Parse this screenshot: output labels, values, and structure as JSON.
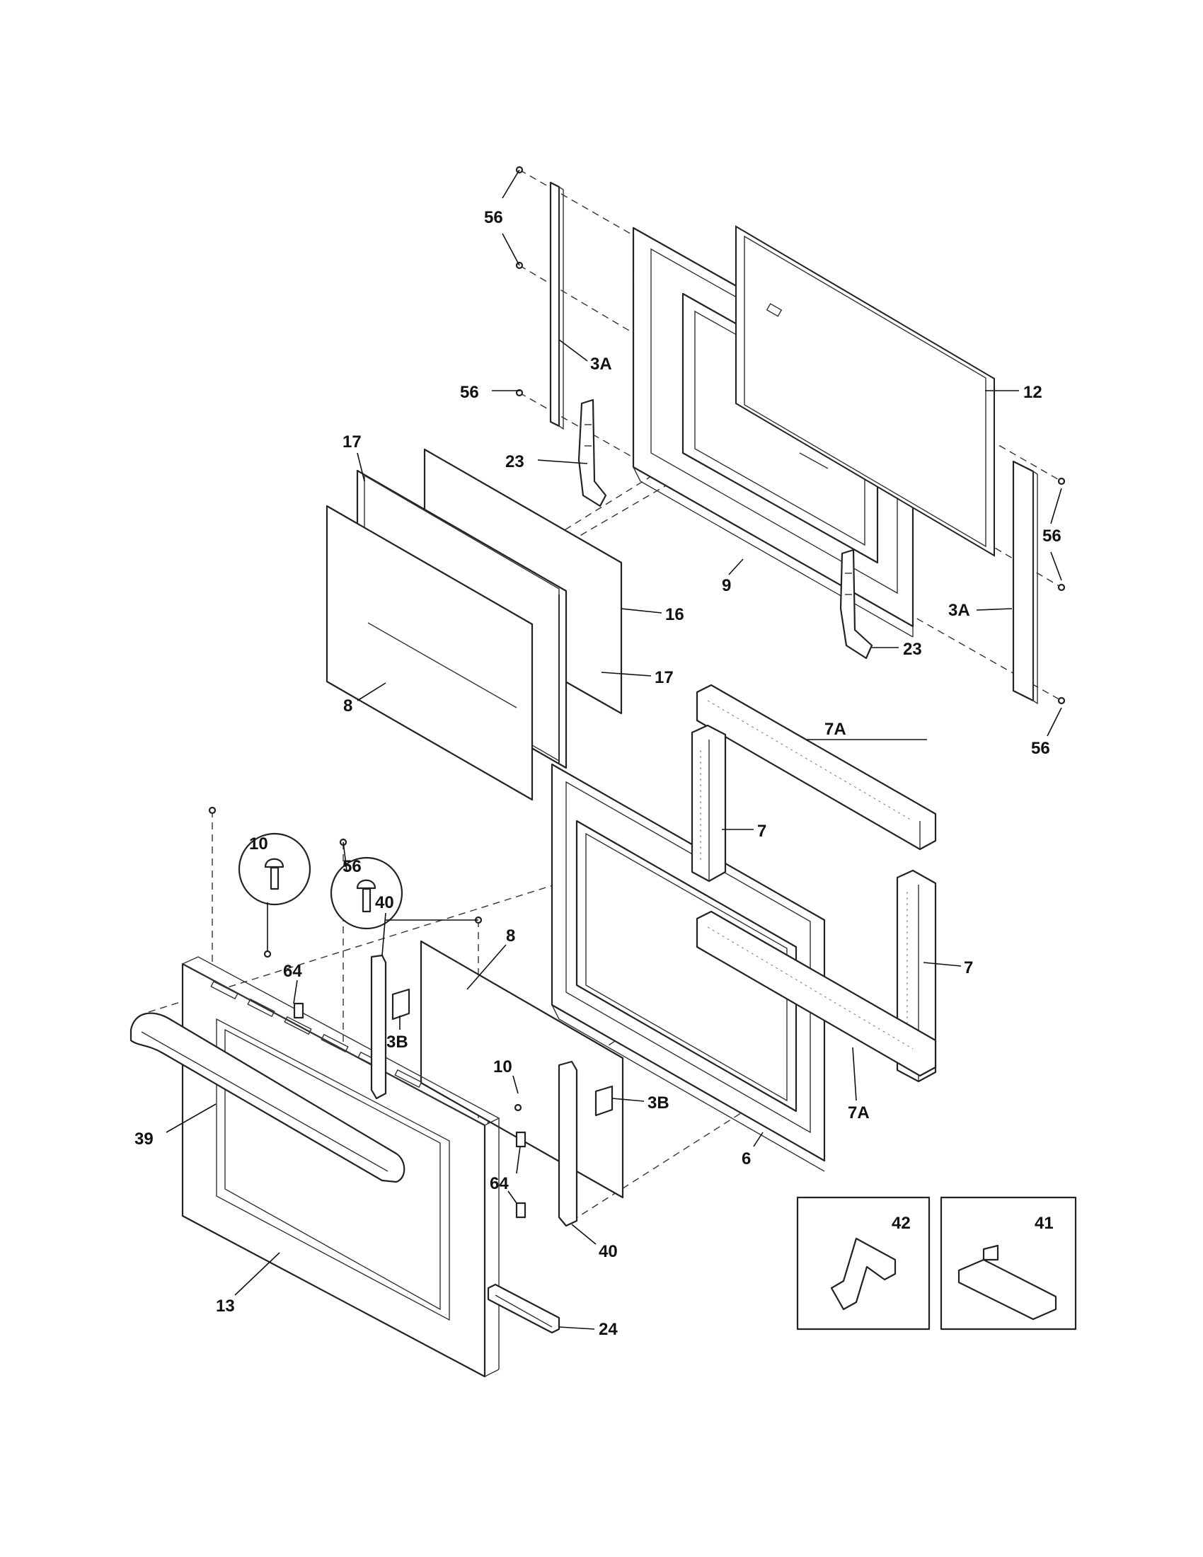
{
  "callouts": {
    "c56_top": "56",
    "c3a_left": "3A",
    "c56_mid_left": "56",
    "c12": "12",
    "c23_left": "23",
    "c17_top": "17",
    "c9": "9",
    "c56_right_a": "56",
    "c3a_right": "3A",
    "c16": "16",
    "c17_mid": "17",
    "c23_right": "23",
    "c8_top": "8",
    "c56_right_b": "56",
    "c7a_top": "7A",
    "c56_circle": "56",
    "c7_upper": "7",
    "c10_circle": "10",
    "c40_top": "40",
    "c8_lower": "8",
    "c7_right": "7",
    "c64_top": "64",
    "c3b_left": "3B",
    "c10_small": "10",
    "c3b_right": "3B",
    "c7a_bottom": "7A",
    "c39": "39",
    "c6": "6",
    "c64_bottom": "64",
    "c40_bottom": "40",
    "c42": "42",
    "c41": "41",
    "c13": "13",
    "c24": "24"
  }
}
